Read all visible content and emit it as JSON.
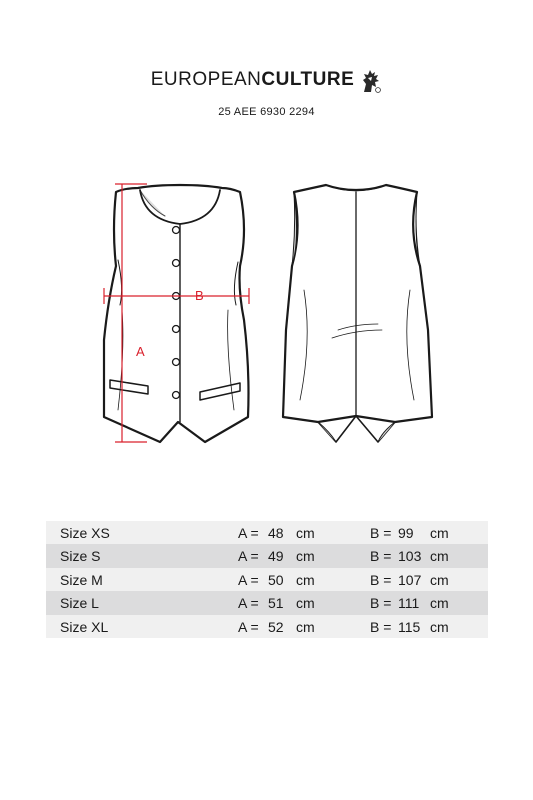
{
  "brand": {
    "name_light": "EUROPEAN",
    "name_bold": "CULTURE",
    "logo_icon": "griffin-logo-icon",
    "article_code": "25 AEE 6930 2294"
  },
  "drawing": {
    "measure_a_label": "A",
    "measure_b_label": "B",
    "measure_color": "#d9202c"
  },
  "size_table": {
    "rows": [
      {
        "size": "Size XS",
        "a_label": "A =",
        "a_value": "48",
        "a_unit": "cm",
        "b_label": "B =",
        "b_value": "99",
        "b_unit": "cm"
      },
      {
        "size": "Size S",
        "a_label": "A =",
        "a_value": "49",
        "a_unit": "cm",
        "b_label": "B =",
        "b_value": "103",
        "b_unit": "cm"
      },
      {
        "size": "Size M",
        "a_label": "A =",
        "a_value": "50",
        "a_unit": "cm",
        "b_label": "B =",
        "b_value": "107",
        "b_unit": "cm"
      },
      {
        "size": "Size L",
        "a_label": "A =",
        "a_value": "51",
        "a_unit": "cm",
        "b_label": "B =",
        "b_value": "111",
        "b_unit": "cm"
      },
      {
        "size": "Size XL",
        "a_label": "A =",
        "a_value": "52",
        "a_unit": "cm",
        "b_label": "B =",
        "b_value": "115",
        "b_unit": "cm"
      }
    ]
  }
}
